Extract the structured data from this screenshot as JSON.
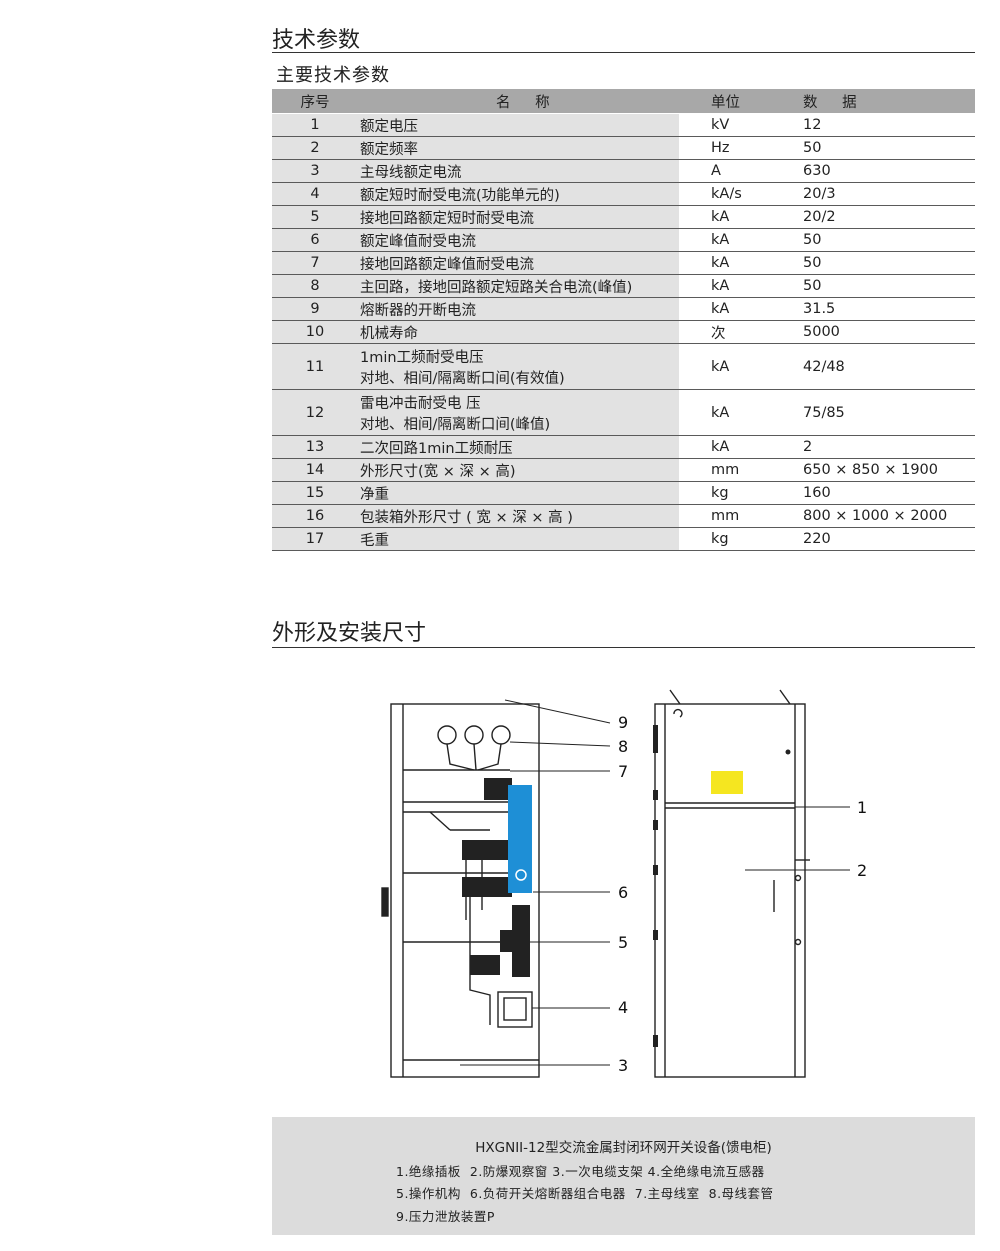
{
  "section1_title": "技术参数",
  "sub_title": "主要技术参数",
  "table": {
    "headers": [
      "序号",
      "名 称",
      "单位",
      "数 据"
    ],
    "rows": [
      {
        "no": "1",
        "name": "额定电压",
        "unit": "kV",
        "value": "12"
      },
      {
        "no": "2",
        "name": "额定频率",
        "unit": "Hz",
        "value": "50"
      },
      {
        "no": "3",
        "name": "主母线额定电流",
        "unit": "A",
        "value": "630"
      },
      {
        "no": "4",
        "name": "额定短时耐受电流(功能单元的)",
        "unit": "kA/s",
        "value": "20/3"
      },
      {
        "no": "5",
        "name": "接地回路额定短时耐受电流",
        "unit": "kA",
        "value": "20/2"
      },
      {
        "no": "6",
        "name": "额定峰值耐受电流",
        "unit": "kA",
        "value": "50"
      },
      {
        "no": "7",
        "name": "接地回路额定峰值耐受电流",
        "unit": "kA",
        "value": "50"
      },
      {
        "no": "8",
        "name": "主回路，接地回路额定短路关合电流(峰值)",
        "unit": "kA",
        "value": "50"
      },
      {
        "no": "9",
        "name": "熔断器的开断电流",
        "unit": "kA",
        "value": "31.5"
      },
      {
        "no": "10",
        "name": "机械寿命",
        "unit": "次",
        "value": "5000"
      },
      {
        "no": "11",
        "name": "1min工频耐受电压",
        "name2": "对地、相间/隔离断口间(有效值)",
        "unit": "kA",
        "value": "42/48"
      },
      {
        "no": "12",
        "name": "雷电冲击耐受电 压",
        "name2": "对地、相间/隔离断口间(峰值)",
        "unit": "kA",
        "value": "75/85"
      },
      {
        "no": "13",
        "name": "二次回路1min工频耐压",
        "unit": "kA",
        "value": "2"
      },
      {
        "no": "14",
        "name": "外形尺寸(宽 × 深 × 高)",
        "unit": "mm",
        "value": "650 × 850 × 1900"
      },
      {
        "no": "15",
        "name": "净重",
        "unit": "kg",
        "value": "160"
      },
      {
        "no": "16",
        "name": "包装箱外形尺寸 ( 宽 × 深 × 高 )",
        "unit": "mm",
        "value": "800 × 1000 × 2000"
      },
      {
        "no": "17",
        "name": "毛重",
        "unit": "kg",
        "value": "220"
      }
    ]
  },
  "section2_title": "外形及安装尺寸",
  "drawing_labels": {
    "l1": "1",
    "l2": "2",
    "l3": "3",
    "l4": "4",
    "l5": "5",
    "l6": "6",
    "l7": "7",
    "l8": "8",
    "l9": "9"
  },
  "colors": {
    "blue_panel": "#1e8fd6",
    "yellow_label": "#f5e620",
    "table_header": "#a8a8a8",
    "shaded_cell": "#e2e2e2"
  },
  "caption": {
    "title": "HXGNII-12型交流金属封闭环网开关设备(馈电柜)",
    "line1": "1.绝缘插板  2.防爆观察窗 3.一次电缆支架 4.全绝缘电流互感器",
    "line2": "5.操作机构  6.负荷开关熔断器组合电器  7.主母线室  8.母线套管",
    "line3": "9.压力泄放装置P"
  }
}
